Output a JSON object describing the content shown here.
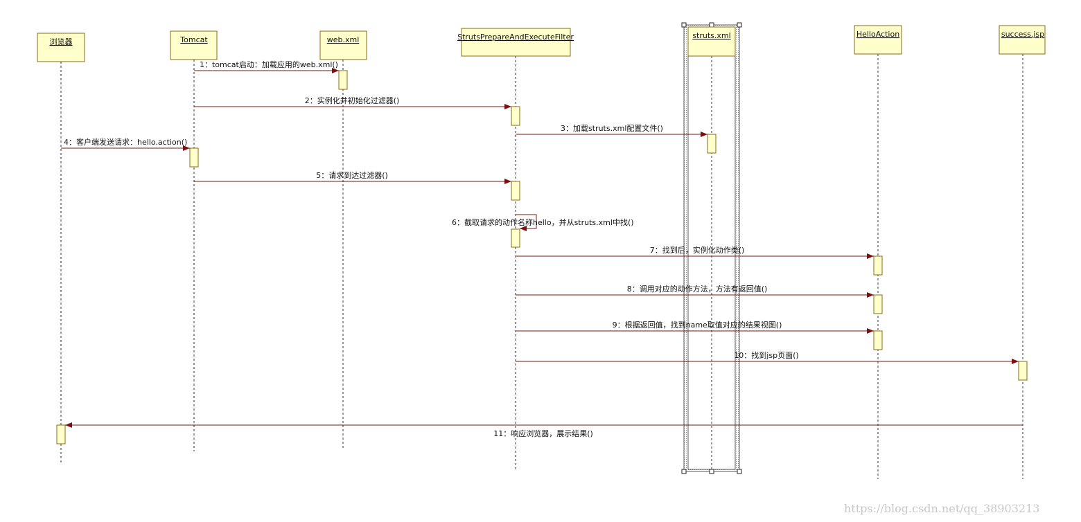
{
  "colors": {
    "box_fill": "#ffffcc",
    "box_stroke": "#8a6a1a",
    "activation_fill": "#ffffcc",
    "message_line": "#7a1010",
    "lifeline": "#333333",
    "selection": "#555555"
  },
  "lifelines": [
    {
      "id": "browser",
      "label": "浏览器",
      "selected": false
    },
    {
      "id": "tomcat",
      "label": "Tomcat",
      "selected": false
    },
    {
      "id": "webxml",
      "label": "web.xml",
      "selected": false
    },
    {
      "id": "filter",
      "label": "StrutsPrepareAndExecuteFilter",
      "selected": false
    },
    {
      "id": "strutsxml",
      "label": "struts.xml",
      "selected": true
    },
    {
      "id": "action",
      "label": "HelloAction",
      "selected": false
    },
    {
      "id": "success",
      "label": "success.jsp",
      "selected": false
    }
  ],
  "messages": [
    {
      "from": "tomcat",
      "to": "webxml",
      "label": "1：tomcat启动：加载应用的web.xml()"
    },
    {
      "from": "tomcat",
      "to": "filter",
      "label": "2：实例化并初始化过滤器()"
    },
    {
      "from": "filter",
      "to": "strutsxml",
      "label": "3：加载struts.xml配置文件()"
    },
    {
      "from": "browser",
      "to": "tomcat",
      "label": "4：客户端发送请求：hello.action()"
    },
    {
      "from": "tomcat",
      "to": "filter",
      "label": "5：请求到达过滤器()"
    },
    {
      "from": "filter",
      "to": "filter",
      "label": "6：截取请求的动作名称hello，并从struts.xml中找()"
    },
    {
      "from": "filter",
      "to": "action",
      "label": "7：找到后，实例化动作类()"
    },
    {
      "from": "filter",
      "to": "action",
      "label": "8：调用对应的动作方法，方法有返回值()"
    },
    {
      "from": "filter",
      "to": "action",
      "label": "9：根据返回值，找到name取值对应的结果视图()"
    },
    {
      "from": "filter",
      "to": "success",
      "label": "10：找到jsp页面()"
    },
    {
      "from": "success",
      "to": "browser",
      "label": "11：响应浏览器，展示结果()"
    }
  ],
  "watermark": "https://blog.csdn.net/qq_38903213"
}
